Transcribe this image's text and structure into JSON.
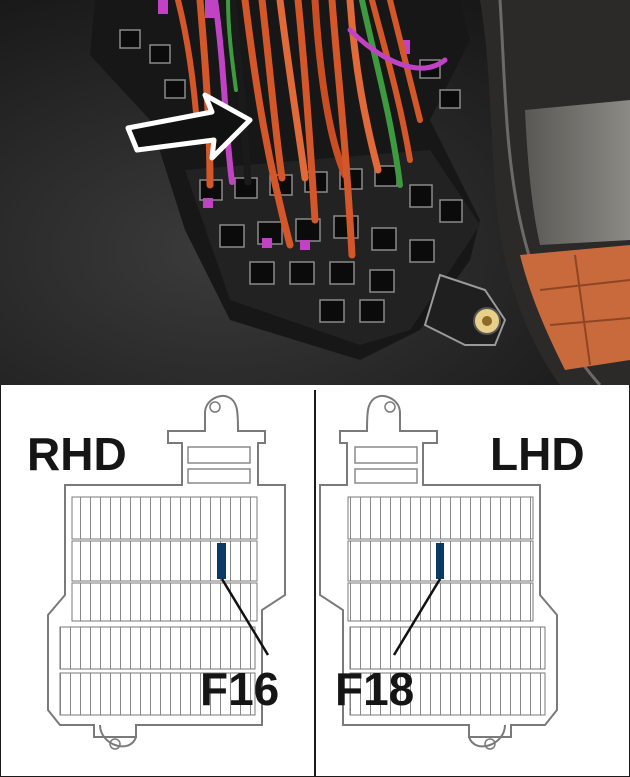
{
  "diagram": {
    "left_panel": {
      "drive_label": "RHD",
      "fuse_label": "F16"
    },
    "right_panel": {
      "drive_label": "LHD",
      "fuse_label": "F18"
    }
  },
  "colors": {
    "fuse_highlight": "#0b3a66",
    "arrow_fill": "#111111",
    "arrow_outline": "#ffffff",
    "wire_orange": "#d4572a",
    "wire_purple": "#c043c4",
    "floor_tile": "#c96a3c"
  }
}
